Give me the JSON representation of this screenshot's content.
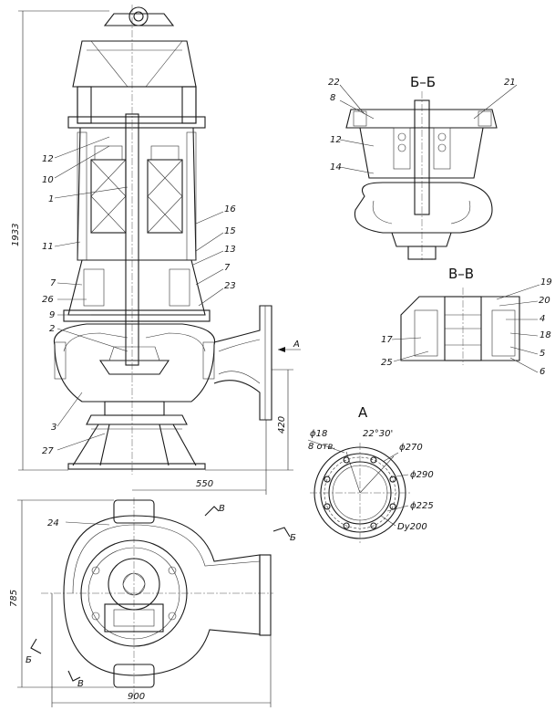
{
  "section_titles": {
    "bb": "Б–Б",
    "vv": "В–В",
    "a": "А"
  },
  "dimensions": {
    "height_total": "1933",
    "h420": "420",
    "w550": "550",
    "d785": "785",
    "w900": "900"
  },
  "detail_a": {
    "hole_diam": "ϕ18",
    "hole_count": "8 отв.",
    "angle": "22°30'",
    "d270": "ϕ270",
    "d290": "ϕ290",
    "d225": "ϕ225",
    "dn": "Dy200"
  },
  "view_markers": {
    "arrow_a": "А",
    "cut_b_right": "Б",
    "cut_b_left": "Б",
    "cut_v_top": "В",
    "cut_v_bottom": "В"
  },
  "main_callouts": [
    "12",
    "10",
    "1",
    "11",
    "7",
    "26",
    "9",
    "2",
    "3",
    "27",
    "16",
    "15",
    "13",
    "7",
    "23"
  ],
  "bb_callouts": [
    "22",
    "8",
    "12",
    "14",
    "21"
  ],
  "vv_callouts": [
    "17",
    "25",
    "19",
    "20",
    "4",
    "18",
    "5",
    "6"
  ],
  "plan_callouts": [
    "24"
  ]
}
